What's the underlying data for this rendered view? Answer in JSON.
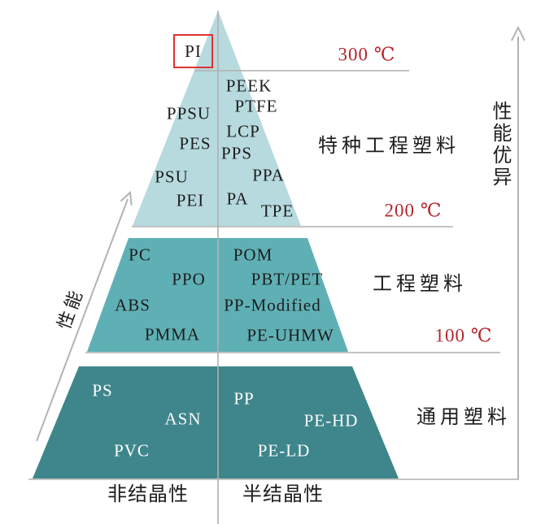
{
  "colors": {
    "tier_special": "#b7dade",
    "tier_engineering": "#5fb0b5",
    "tier_general": "#3e868b",
    "temperature_red": "#b5262c",
    "highlight_box_red": "#e03131",
    "line_gray": "#b0b0b0"
  },
  "pyramid": {
    "highlight": {
      "label": "PI"
    },
    "tiers": [
      {
        "zone_label": "特种工程塑料",
        "materials": [
          "PEEK",
          "PTFE",
          "PPSU",
          "LCP",
          "PES",
          "PPS",
          "PSU",
          "PPA",
          "PEI",
          "PA",
          "TPE"
        ]
      },
      {
        "zone_label": "工程塑料",
        "materials": [
          "PC",
          "POM",
          "PPO",
          "PBT/PET",
          "ABS",
          "PP-Modified",
          "PMMA",
          "PE-UHMW"
        ]
      },
      {
        "zone_label": "通用塑料",
        "materials": [
          "PS",
          "PP",
          "ASN",
          "PE-HD",
          "PVC",
          "PE-LD"
        ]
      }
    ]
  },
  "temperature_lines": [
    "300 ℃",
    "200 ℃",
    "100 ℃"
  ],
  "axes": {
    "right_label": "性能优异",
    "left_label": "性能",
    "bottom_categories": [
      "非结晶性",
      "半结晶性"
    ]
  }
}
